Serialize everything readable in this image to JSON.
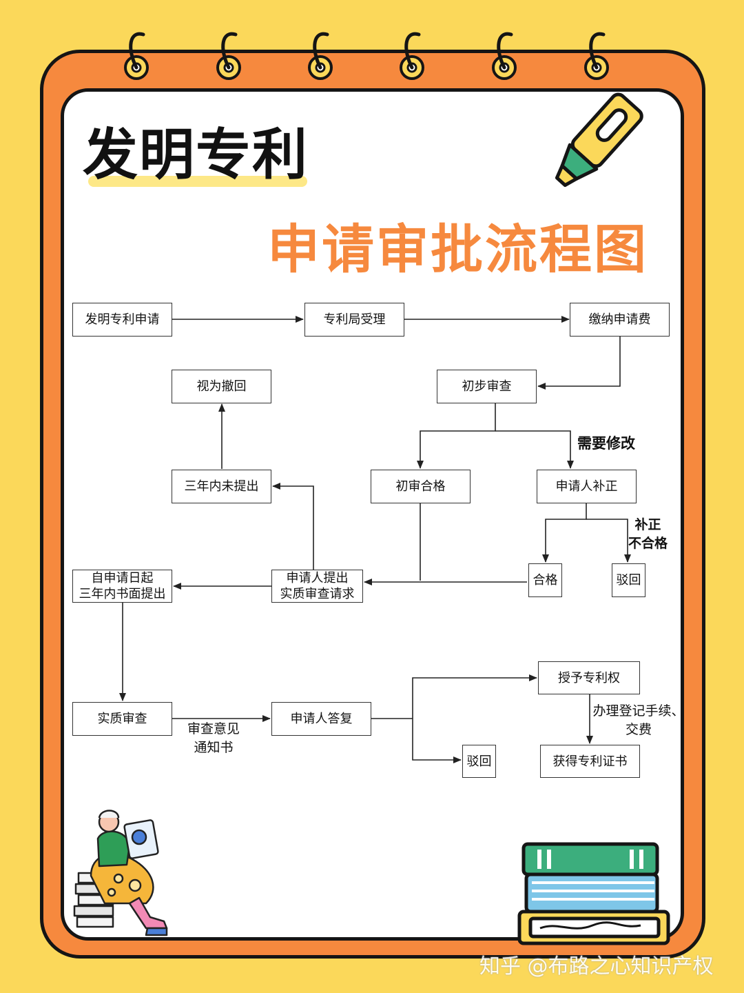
{
  "title": {
    "main": "发明专利",
    "sub": "申请审批流程图"
  },
  "nodes": {
    "apply": "发明专利申请",
    "accept": "专利局受理",
    "fee": "缴纳申请费",
    "prelim": "初步审查",
    "withdrawn": "视为撤回",
    "not_filed": "三年内未提出",
    "prelim_ok": "初审合格",
    "correct": "申请人补正",
    "within3y": "自申请日起\n三年内书面提出",
    "request": "申请人提出\n实质审查请求",
    "qualified": "合格",
    "rejected1": "驳回",
    "substantive": "实质审查",
    "reply": "申请人答复",
    "grant": "授予专利权",
    "rejected2": "驳回",
    "certificate": "获得专利证书"
  },
  "edge_labels": {
    "needs_revision": "需要修改",
    "correction_failed": "补正\n不合格",
    "notice": "审查意见\n通知书",
    "registration": "办理登记手续、\n交费"
  },
  "watermark": "知乎 @布路之心知识产权",
  "colors": {
    "background": "#fbd85a",
    "frame": "#f6893e",
    "accent": "#f6893e",
    "outline": "#151515"
  }
}
